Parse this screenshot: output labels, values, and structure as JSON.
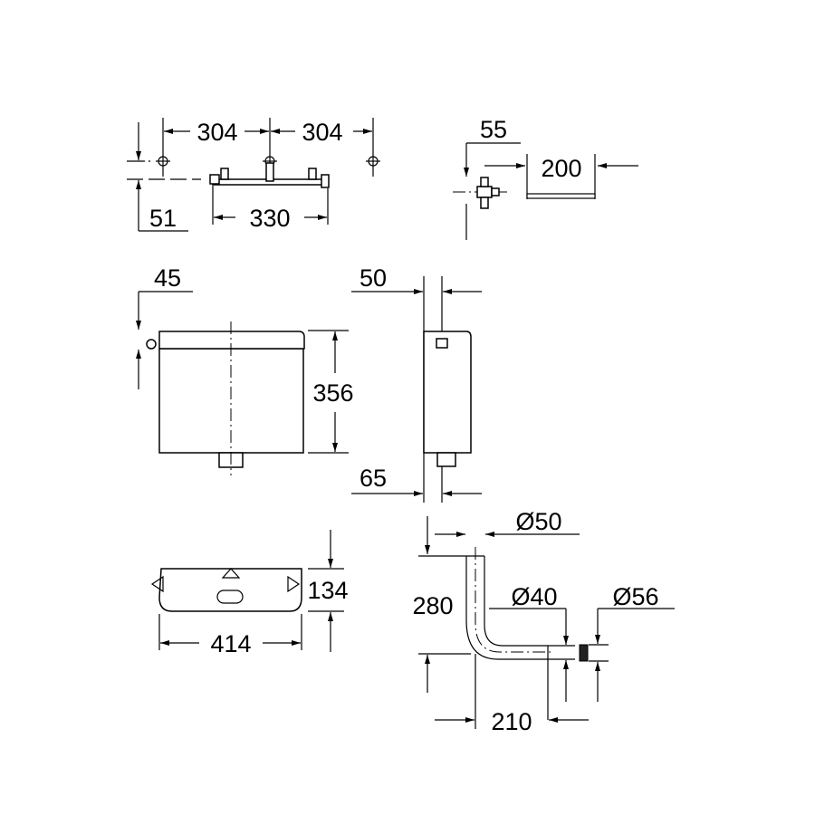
{
  "drawing": {
    "wall_bracket": {
      "spacing_left": "304",
      "spacing_right": "304",
      "height_offset": "51",
      "bracket_width": "330"
    },
    "valve": {
      "offset": "55",
      "depth": "200"
    },
    "cistern_front": {
      "top_offset": "45",
      "height": "356"
    },
    "cistern_side": {
      "outlet_offset": "50",
      "depth": "65"
    },
    "cistern_top": {
      "depth": "134",
      "width": "414"
    },
    "flush_pipe": {
      "diameter_top": "Ø50",
      "height": "280",
      "diameter_outlet": "Ø40",
      "diameter_connector": "Ø56",
      "length": "210"
    }
  }
}
